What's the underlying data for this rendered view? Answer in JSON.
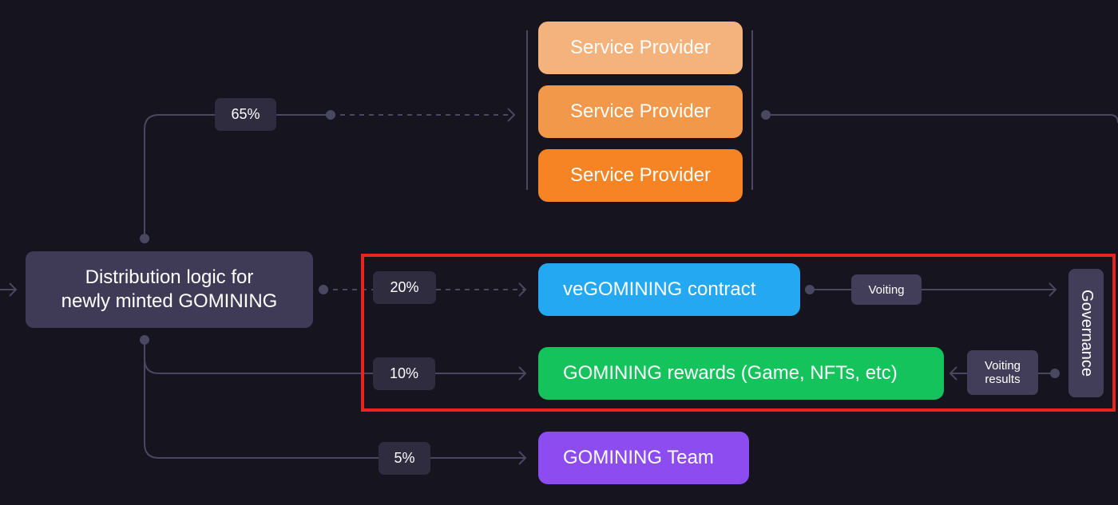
{
  "distribution": {
    "line1": "Distribution logic for",
    "line2": "newly minted GOMINING"
  },
  "service_providers": [
    "Service Provider",
    "Service Provider",
    "Service Provider"
  ],
  "vegomining": "veGOMINING contract",
  "rewards": "GOMINING rewards (Game, NFTs, etc)",
  "team": "GOMINING Team",
  "governance": "Governance",
  "shares": {
    "providers": "65%",
    "vegomining": "20%",
    "rewards": "10%",
    "team": "5%"
  },
  "voting": {
    "label": "Voiting",
    "results_line1": "Voiting",
    "results_line2": "results"
  },
  "colors": {
    "background": "#15141f",
    "service_provider_1": "#f4b27c",
    "service_provider_2": "#f2984b",
    "service_provider_3": "#f68424",
    "vegomining": "#24a8f1",
    "rewards": "#14c35b",
    "team": "#8d4cf0",
    "highlight": "#e6261c",
    "connector": "#4a4760"
  }
}
